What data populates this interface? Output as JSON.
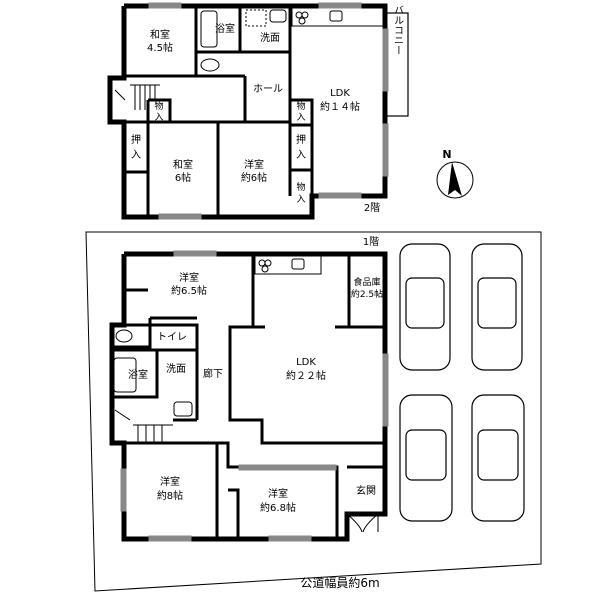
{
  "floor2": {
    "label": "2階",
    "rooms": {
      "washitsu45": [
        "和室",
        "4.5帖"
      ],
      "bath": "浴室",
      "washroom": "洗面",
      "hall": "ホール",
      "ldk": [
        "LDK",
        "約１４帖"
      ],
      "balcony": "バルコニー",
      "storage_a": [
        "物",
        "入"
      ],
      "storage_b": [
        "物",
        "入"
      ],
      "storage_c": [
        "物",
        "入"
      ],
      "closet_a": [
        "押",
        "入"
      ],
      "closet_b": [
        "押",
        "入"
      ],
      "washitsu6": [
        "和室",
        "6帖"
      ],
      "youshitsu6": [
        "洋室",
        "約6帖"
      ]
    }
  },
  "floor1": {
    "label": "1階",
    "rooms": {
      "youshitsu65": [
        "洋室",
        "約6.5帖"
      ],
      "pantry": [
        "食品庫",
        "約2.5帖"
      ],
      "toilet": "トイレ",
      "bath": "浴室",
      "washroom": "洗面",
      "corridor": "廊下",
      "ldk": [
        "LDK",
        "約２２帖"
      ],
      "youshitsu8": [
        "洋室",
        "約8帖"
      ],
      "youshitsu68": [
        "洋室",
        "約6.8帖"
      ],
      "entrance": "玄関"
    }
  },
  "compass": {
    "label": "N",
    "icon": "north-arrow-icon"
  },
  "road": {
    "label": "公道幅員約6m"
  },
  "parking": {
    "car_count": 4
  }
}
